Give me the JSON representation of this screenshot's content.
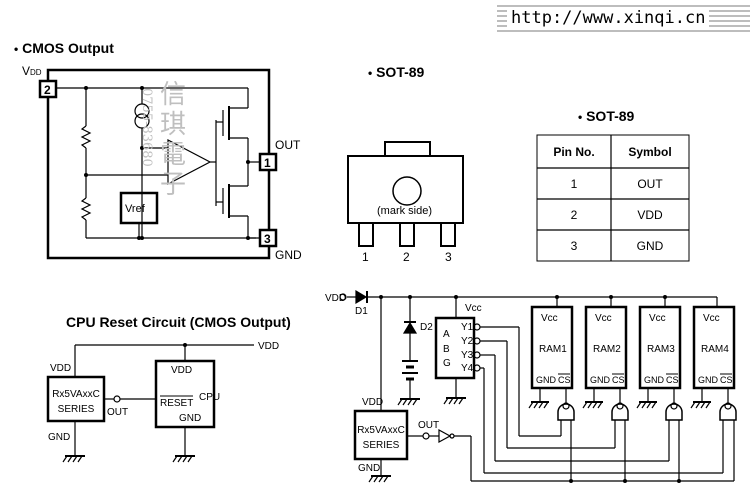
{
  "url": "http://www.xinqi.cn",
  "titles": {
    "cmos_output": "CMOS Output",
    "sot89_package": "SOT-89",
    "sot89_table": "SOT-89",
    "cpu_reset": "CPU Reset Circuit (CMOS Output)"
  },
  "watermark": {
    "chars": [
      "信",
      "琪",
      "電",
      "子"
    ],
    "phone": "0755-83680"
  },
  "cmos": {
    "vdd_label": "V",
    "vdd_sub": "DD",
    "out_label": "OUT",
    "gnd_label": "GND",
    "vref_label": "Vref",
    "pins": [
      "2",
      "1",
      "3"
    ]
  },
  "package": {
    "mark_side": "(mark side)",
    "pins": [
      "1",
      "2",
      "3"
    ]
  },
  "pin_table": {
    "headers": [
      "Pin No.",
      "Symbol"
    ],
    "rows": [
      {
        "pin": "1",
        "symbol": "OUT"
      },
      {
        "pin": "2",
        "symbol": "VDD"
      },
      {
        "pin": "3",
        "symbol": "GND"
      }
    ]
  },
  "cpu_reset": {
    "vdd_top": "VDD",
    "ic_vdd": "VDD",
    "ic_name": "Rx5VAxxC",
    "ic_series": "SERIES",
    "ic_gnd": "GND",
    "out": "OUT",
    "cpu_vdd": "VDD",
    "cpu_label": "CPU",
    "reset": "RESET",
    "cpu_gnd": "GND"
  },
  "ram_circuit": {
    "vdd": "VDD",
    "d1": "D1",
    "d2": "D2",
    "vcc": "Vcc",
    "decoder_inputs": [
      "A",
      "B",
      "G"
    ],
    "decoder_outputs": [
      "Y1",
      "Y2",
      "Y3",
      "Y4"
    ],
    "ic_vdd": "VDD",
    "ic_name": "Rx5VAxxC",
    "ic_series": "SERIES",
    "ic_gnd": "GND",
    "out": "OUT",
    "rams": [
      {
        "vcc": "Vcc",
        "name": "RAM1",
        "gnd": "GND",
        "cs": "CS"
      },
      {
        "vcc": "Vcc",
        "name": "RAM2",
        "gnd": "GND",
        "cs": "CS"
      },
      {
        "vcc": "Vcc",
        "name": "RAM3",
        "gnd": "GND",
        "cs": "CS"
      },
      {
        "vcc": "Vcc",
        "name": "RAM4",
        "gnd": "GND",
        "cs": "CS"
      }
    ]
  }
}
